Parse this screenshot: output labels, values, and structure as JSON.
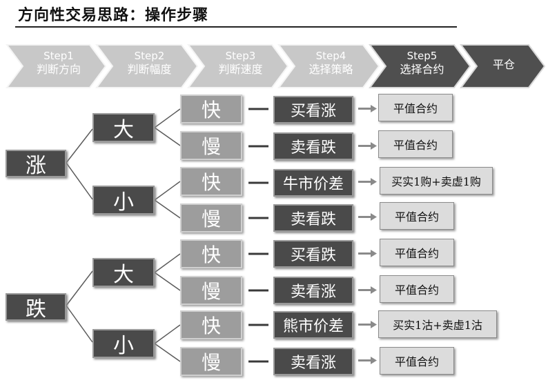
{
  "title": "方向性交易思路：操作步骤",
  "steps": [
    {
      "step": "Step1",
      "label": "判断方向"
    },
    {
      "step": "Step2",
      "label": "判断幅度"
    },
    {
      "step": "Step3",
      "label": "判断速度"
    },
    {
      "step": "Step4",
      "label": "选择策略"
    },
    {
      "step": "Step5",
      "label": "选择合约"
    },
    {
      "step": "",
      "label": "平仓"
    }
  ],
  "colors": {
    "dark": "#4a4a4a",
    "mid": "#9d9d9d",
    "light": "#dcdcdc",
    "arrow_light": "#c8c8c8",
    "arrow_dark": "#4f4f4f"
  },
  "tree": {
    "directions": [
      {
        "label": "涨",
        "magnitudes": [
          {
            "label": "大",
            "speeds": [
              {
                "label": "快",
                "strategy": "买看涨",
                "contract": "平值合约"
              },
              {
                "label": "慢",
                "strategy": "卖看跌",
                "contract": "平值合约"
              }
            ]
          },
          {
            "label": "小",
            "speeds": [
              {
                "label": "快",
                "strategy": "牛市价差",
                "contract": "买实1购+卖虚1购"
              },
              {
                "label": "慢",
                "strategy": "卖看跌",
                "contract": "平值合约"
              }
            ]
          }
        ]
      },
      {
        "label": "跌",
        "magnitudes": [
          {
            "label": "大",
            "speeds": [
              {
                "label": "快",
                "strategy": "买看跌",
                "contract": "平值合约"
              },
              {
                "label": "慢",
                "strategy": "卖看涨",
                "contract": "平值合约"
              }
            ]
          },
          {
            "label": "小",
            "speeds": [
              {
                "label": "快",
                "strategy": "熊市价差",
                "contract": "买实1沽+卖虚1沽"
              },
              {
                "label": "慢",
                "strategy": "卖看涨",
                "contract": "平值合约"
              }
            ]
          }
        ]
      }
    ]
  }
}
